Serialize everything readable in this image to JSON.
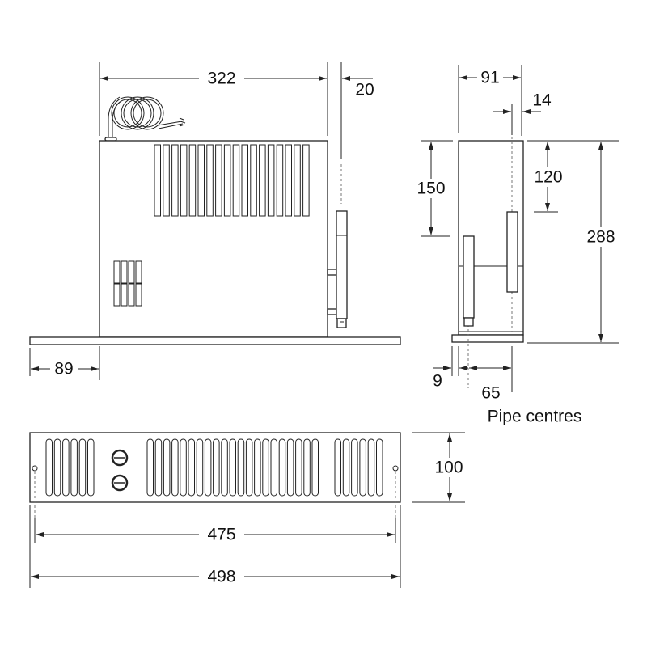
{
  "side_view": {
    "width_label": "322",
    "offset_label": "20",
    "overhang_label": "89"
  },
  "end_view": {
    "depth_label": "91",
    "pipe_offset_label": "14",
    "upper_drop_label": "150",
    "pipe_top_label": "120",
    "height_label": "288",
    "plate_offset_label": "9",
    "pipe_centres_label": "65",
    "pipe_centres_caption": "Pipe centres"
  },
  "front_view": {
    "height_label": "100",
    "fixing_centres_label": "475",
    "overall_width_label": "498"
  },
  "colors": {
    "line": "#222222",
    "background": "#ffffff"
  }
}
